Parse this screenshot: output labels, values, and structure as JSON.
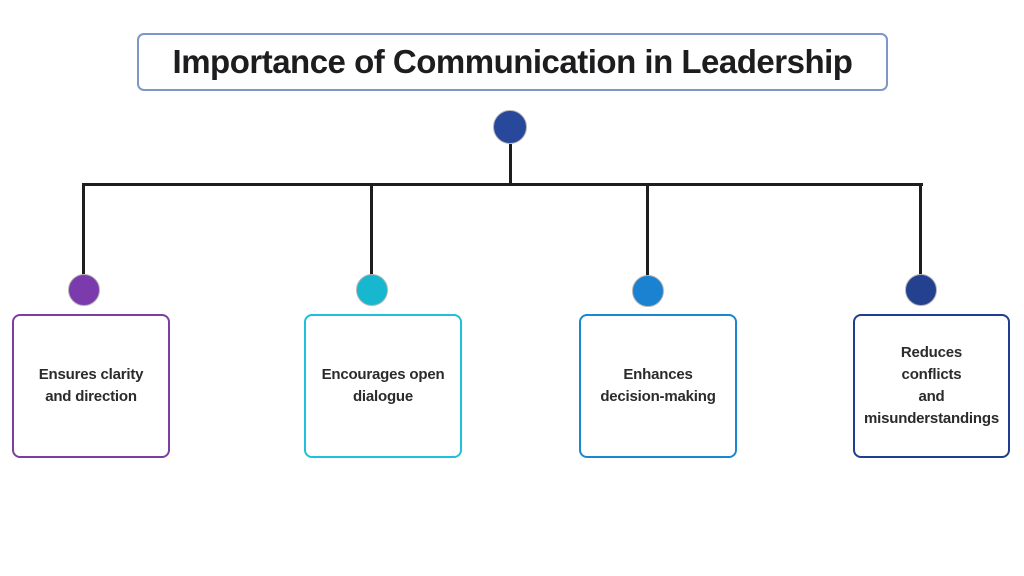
{
  "title": "Importance of Communication in Leadership",
  "diagram": {
    "title_border_color": "#7e97c7",
    "connector_color": "#1d1d1d",
    "root_node": {
      "color": "#27489b"
    },
    "branches": [
      {
        "label": "Ensures clarity\nand direction",
        "dot_color": "#7c3bad",
        "border_color": "#7b3fa2"
      },
      {
        "label": "Encourages open\ndialogue",
        "dot_color": "#17b8cf",
        "border_color": "#1fc0d8"
      },
      {
        "label": "Enhances\ndecision-making",
        "dot_color": "#1a82d1",
        "border_color": "#1c86d1"
      },
      {
        "label": "Reduces\nconflicts\nand\nmisunderstandings",
        "dot_color": "#24418f",
        "border_color": "#1f3e8f"
      }
    ],
    "text_color": "#2b2b2b"
  }
}
